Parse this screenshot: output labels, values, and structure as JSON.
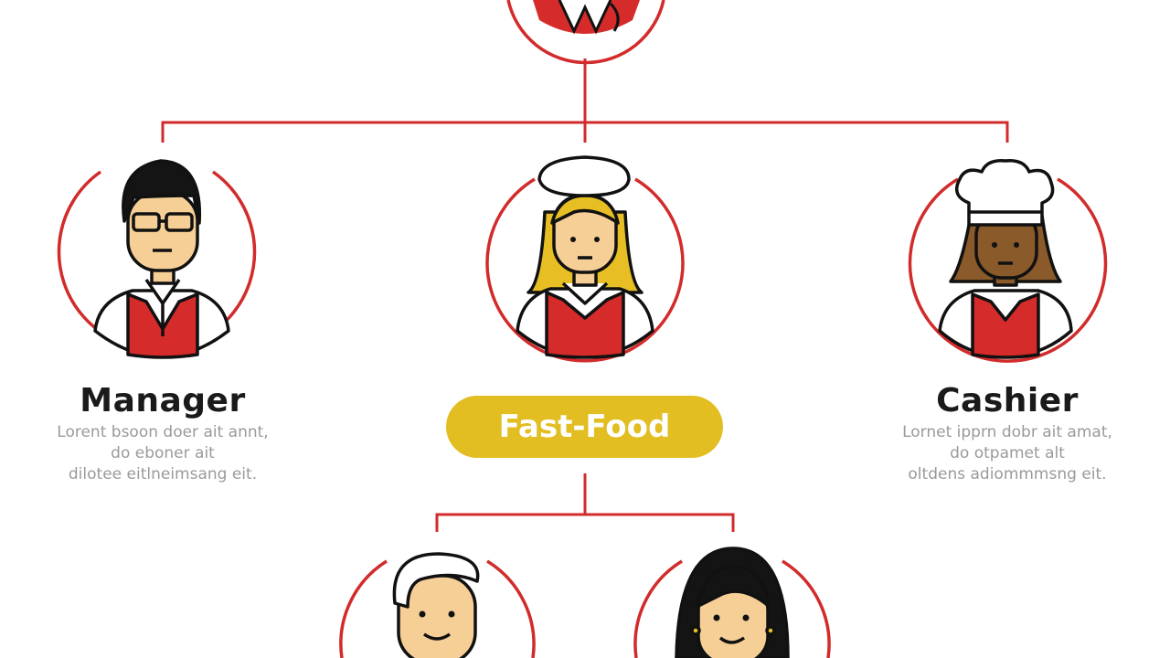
{
  "colors": {
    "connector": "#d22b2b",
    "ring": "#d22b2b",
    "apron": "#d52b2b",
    "pill_bg": "#e2be22",
    "pill_text": "#ffffff",
    "skin_light": "#f6cf96",
    "skin_dark": "#8a5a2b",
    "hair_dark": "#141414",
    "hair_blonde": "#e7bf24",
    "outline": "#111111"
  },
  "center": {
    "label": "Fast-Food"
  },
  "roles": [
    {
      "title": "Manager",
      "desc": [
        "Lorent bsoon doer ait annt,",
        "do eboner ait",
        "dilotee eitlneimsang eit."
      ],
      "icon": "manager-avatar-icon"
    },
    {
      "title": "",
      "desc": [],
      "icon": "server-avatar-icon"
    },
    {
      "title": "Cashier",
      "desc": [
        "Lornet ipprn dobr ait amat,",
        "do otpamet alt",
        "oltdens adiommmsng eit."
      ],
      "icon": "chef-avatar-icon"
    }
  ],
  "bottom_roles": [
    {
      "icon": "crew-member-avatar-icon"
    },
    {
      "icon": "crew-woman-avatar-icon"
    }
  ],
  "top_role": {
    "icon": "top-executive-avatar-icon"
  }
}
